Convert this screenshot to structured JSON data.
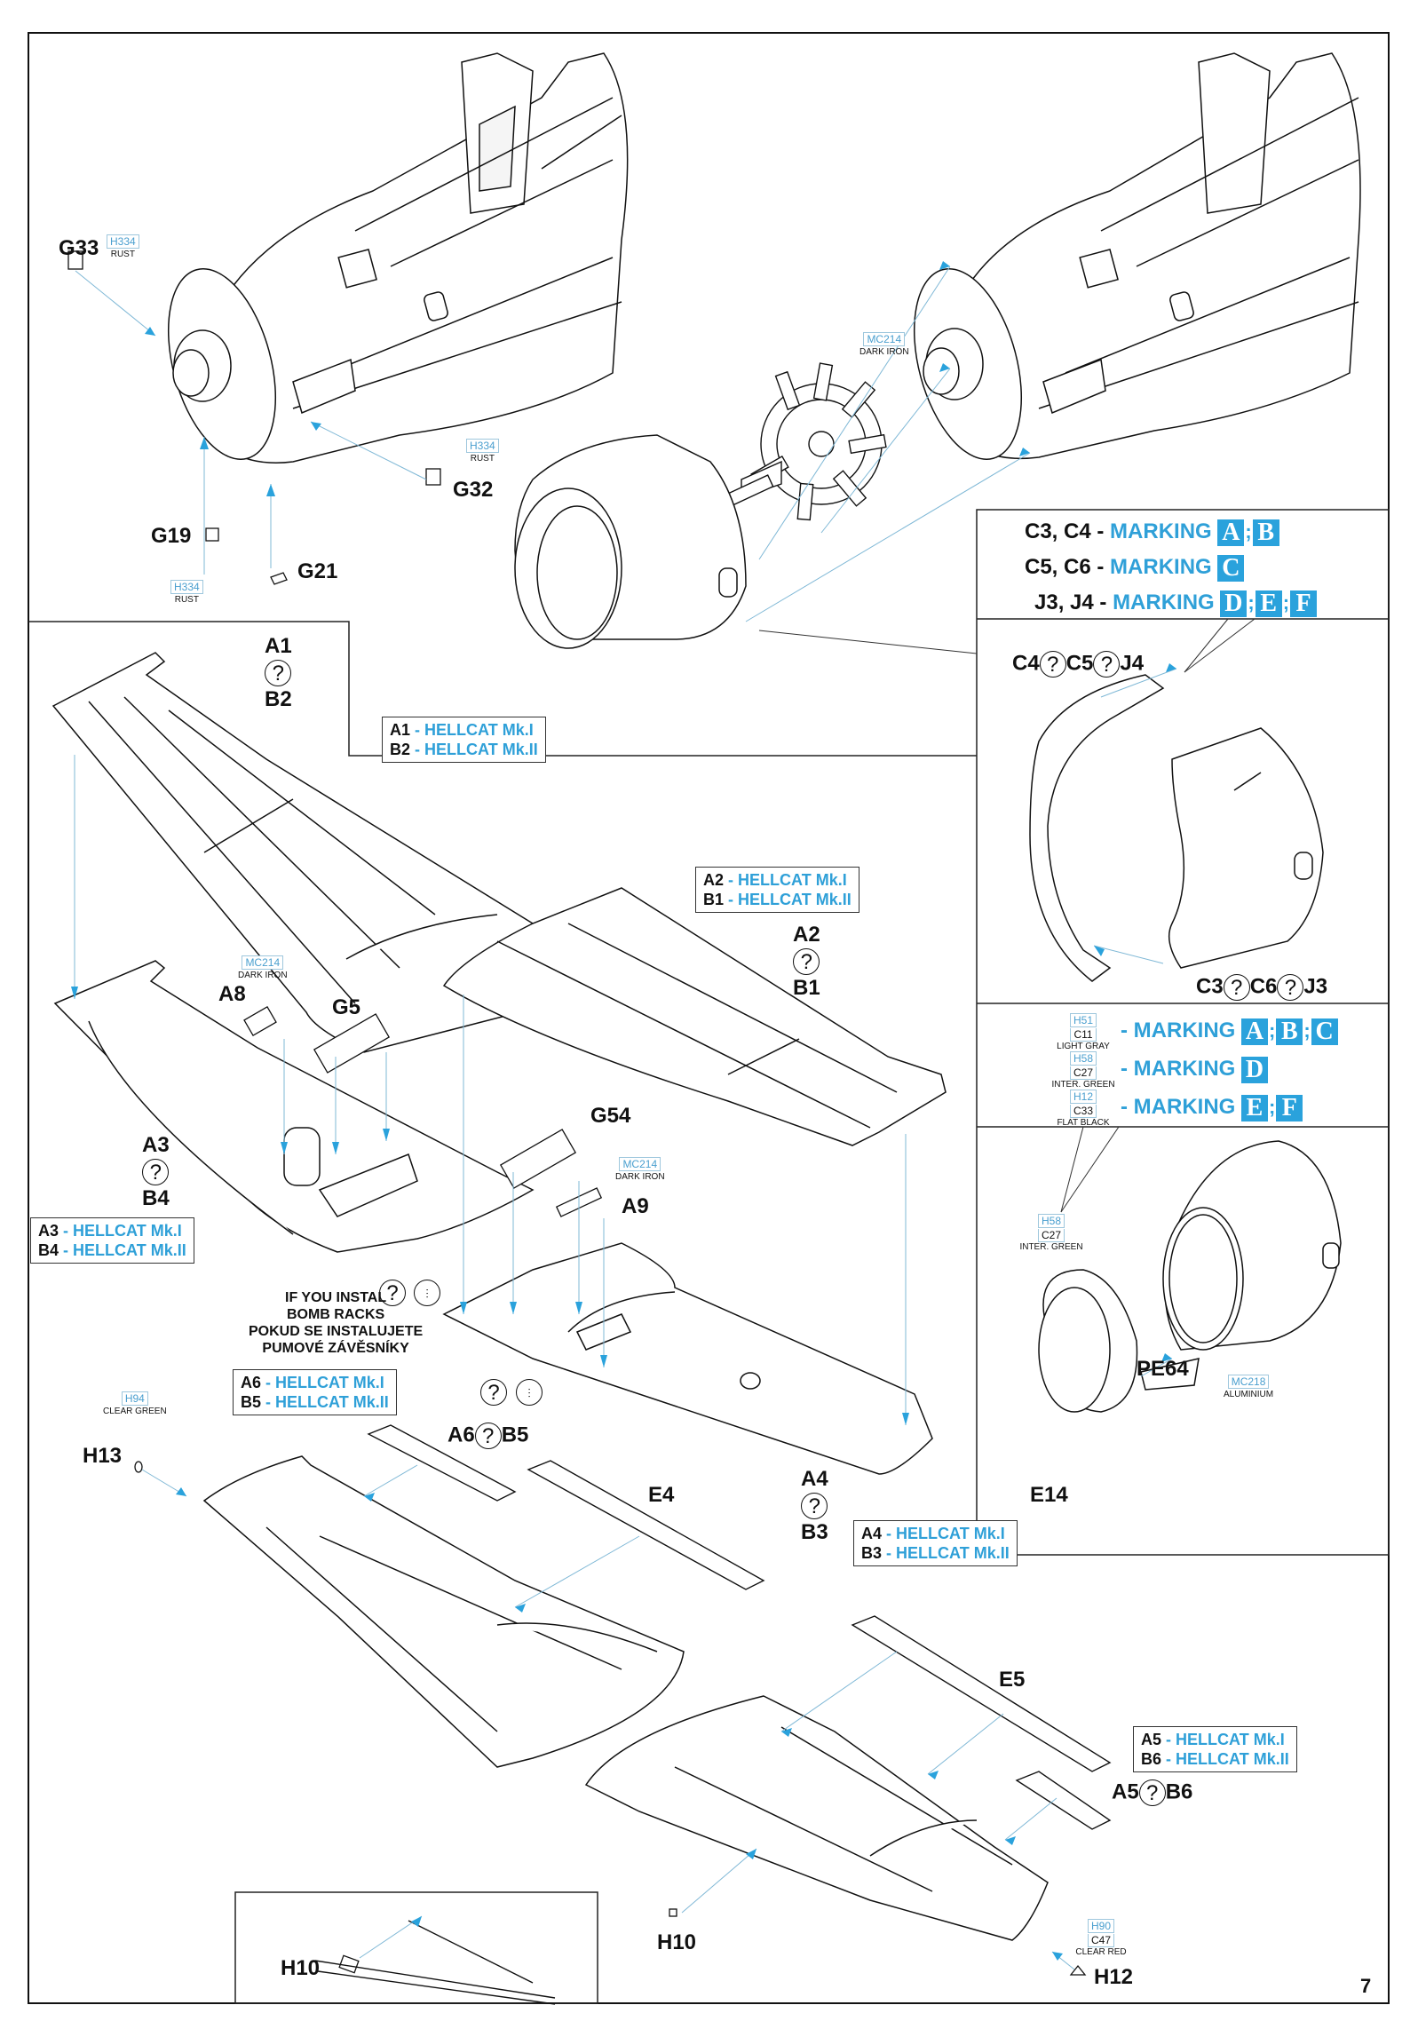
{
  "page": {
    "number": "7",
    "accent_color": "#2aa2dc"
  },
  "engine_step": {
    "parts": {
      "g33": "G33",
      "g32": "G32",
      "g19": "G19",
      "g21": "G21"
    },
    "paints": {
      "g33": {
        "code": "H334",
        "name": "RUST"
      },
      "g32": {
        "code": "H334",
        "name": "RUST"
      },
      "g19_g21": {
        "code": "H334",
        "name": "RUST"
      },
      "engine": {
        "code": "MC214",
        "name": "DARK IRON"
      }
    }
  },
  "cowling_markings": {
    "rows": [
      {
        "parts": "C3, C4 -",
        "label": "MARKING",
        "badges": [
          "A",
          "B"
        ]
      },
      {
        "parts": "C5, C6 -",
        "label": "MARKING",
        "badges": [
          "C"
        ]
      },
      {
        "parts": "J3, J4 -",
        "label": "MARKING",
        "badges": [
          "D",
          "E",
          "F"
        ]
      }
    ],
    "top_parts": {
      "a": "C4",
      "b": "C5",
      "c": "J4"
    },
    "bottom_parts": {
      "a": "C3",
      "b": "C6",
      "c": "J3"
    }
  },
  "cowl_paint_markings": {
    "rows": [
      {
        "code": "H51",
        "code2": "C11",
        "name": "LIGHT GRAY",
        "label": "- MARKING",
        "badges": [
          "A",
          "B",
          "C"
        ]
      },
      {
        "code": "H58",
        "code2": "C27",
        "name": "INTER. GREEN",
        "label": "- MARKING",
        "badges": [
          "D"
        ]
      },
      {
        "code": "H12",
        "code2": "C33",
        "name": "FLAT BLACK",
        "label": "- MARKING",
        "badges": [
          "E",
          "F"
        ]
      }
    ],
    "inner_paint": {
      "code": "H58",
      "code2": "C27",
      "name": "INTER. GREEN"
    },
    "pe_paint": {
      "code": "MC218",
      "name": "ALUMINIUM"
    },
    "parts": {
      "pe": "PE64",
      "cowl": "E14"
    }
  },
  "wing_step": {
    "upper_left": {
      "top": "A1",
      "bottom": "B2"
    },
    "upper_right": {
      "top": "A2",
      "bottom": "B1"
    },
    "lower_left": {
      "top": "A3",
      "bottom": "B4"
    },
    "lower_right": {
      "top": "A4",
      "bottom": "B3"
    },
    "variant_boxes": [
      {
        "rows": [
          {
            "id": "A1",
            "name": "HELLCAT Mk.I"
          },
          {
            "id": "B2",
            "name": "HELLCAT Mk.II"
          }
        ]
      },
      {
        "rows": [
          {
            "id": "A2",
            "name": "HELLCAT Mk.I"
          },
          {
            "id": "B1",
            "name": "HELLCAT Mk.II"
          }
        ]
      },
      {
        "rows": [
          {
            "id": "A3",
            "name": "HELLCAT Mk.I"
          },
          {
            "id": "B4",
            "name": "HELLCAT Mk.II"
          }
        ]
      },
      {
        "rows": [
          {
            "id": "A6",
            "name": "HELLCAT Mk.I"
          },
          {
            "id": "B5",
            "name": "HELLCAT Mk.II"
          }
        ]
      },
      {
        "rows": [
          {
            "id": "A4",
            "name": "HELLCAT Mk.I"
          },
          {
            "id": "B3",
            "name": "HELLCAT Mk.II"
          }
        ]
      },
      {
        "rows": [
          {
            "id": "A5",
            "name": "HELLCAT Mk.I"
          },
          {
            "id": "B6",
            "name": "HELLCAT Mk.II"
          }
        ]
      }
    ],
    "parts": {
      "a8": "A8",
      "g5": "G5",
      "g54": "G54",
      "a9": "A9",
      "a6": "A6",
      "b5": "B5",
      "e4": "E4",
      "e5": "E5",
      "a5": "A5",
      "b6": "B6",
      "h13": "H13",
      "h10": "H10",
      "h10_inset": "H10",
      "h12": "H12"
    },
    "paints": {
      "a8": {
        "code": "MC214",
        "name": "DARK IRON"
      },
      "a9": {
        "code": "MC214",
        "name": "DARK IRON"
      },
      "h13": {
        "code": "H94",
        "name": "CLEAR GREEN"
      },
      "h12": {
        "code": "H90",
        "code2": "C47",
        "name": "CLEAR RED"
      }
    },
    "bomb_rack_note": [
      "IF YOU INSTAL",
      "BOMB RACKS",
      "POKUD SE INSTALUJETE",
      "PUMOVÉ ZÁVĚSNÍKY"
    ]
  },
  "icons": {
    "optional": "?",
    "drill_hole": "drill-icon"
  }
}
